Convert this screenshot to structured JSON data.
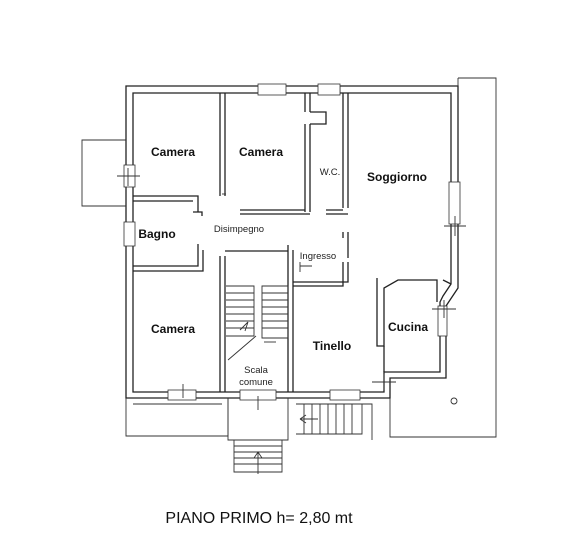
{
  "rooms": {
    "camera_top_left": "Camera",
    "camera_top_mid": "Camera",
    "wc": "W.C.",
    "soggiorno": "Soggiorno",
    "bagno": "Bagno",
    "disimpegno": "Disimpegno",
    "ingresso": "Ingresso",
    "camera_bottom": "Camera",
    "cucina": "Cucina",
    "tinello": "Tinello",
    "scala_line1": "Scala",
    "scala_line2": "comune"
  },
  "caption": "PIANO PRIMO h= 2,80 mt"
}
